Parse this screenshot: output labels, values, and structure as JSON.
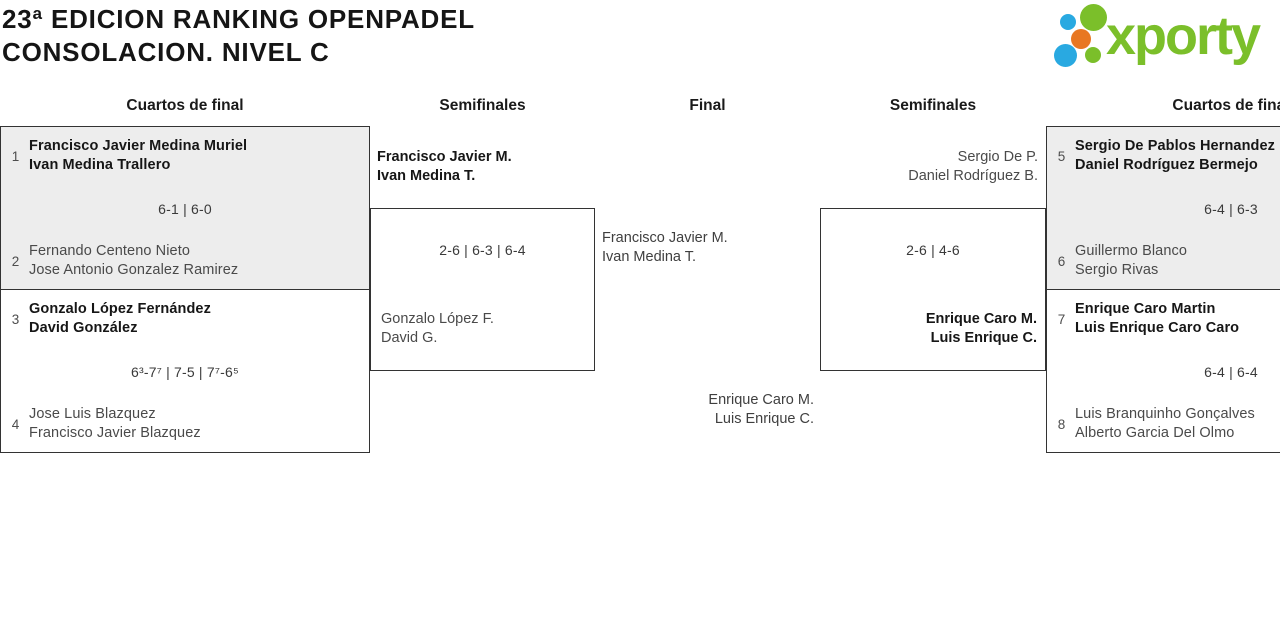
{
  "page": {
    "title_line1": "23ª EDICION RANKING OPENPADEL",
    "title_line2": "CONSOLACION. NIVEL C"
  },
  "logo": {
    "text": "xporty",
    "dot_colors": {
      "green": "#7bbf2a",
      "blue": "#29a9e1",
      "orange": "#e87722"
    }
  },
  "columns": {
    "quarters_left": "Cuartos de final",
    "semis_left": "Semifinales",
    "final": "Final",
    "semis_right": "Semifinales",
    "quarters_right": "Cuartos de final"
  },
  "quarters_left": [
    {
      "seed1": "1",
      "t1a": "Francisco Javier Medina Muriel",
      "t1b": "Ivan Medina Trallero",
      "score": "6-1 | 6-0",
      "seed2": "2",
      "t2a": "Fernando Centeno Nieto",
      "t2b": "Jose Antonio Gonzalez Ramirez"
    },
    {
      "seed1": "3",
      "t1a": "Gonzalo López Fernández",
      "t1b": "David González",
      "score": "6³-7⁷ | 7-5 | 7⁷-6⁵",
      "seed2": "4",
      "t2a": "Jose Luis Blazquez",
      "t2b": "Francisco Javier Blazquez"
    }
  ],
  "quarters_right": [
    {
      "seed1": "5",
      "t1a": "Sergio De Pablos Hernandez",
      "t1b": "Daniel Rodríguez Bermejo",
      "score": "6-4 | 6-3",
      "seed2": "6",
      "t2a": "Guillermo Blanco",
      "t2b": "Sergio Rivas"
    },
    {
      "seed1": "7",
      "t1a": "Enrique Caro Martin",
      "t1b": "Luis Enrique Caro Caro",
      "score": "6-4 | 6-4",
      "seed2": "8",
      "t2a": "Luis Branquinho Gonçalves",
      "t2b": "Alberto Garcia Del Olmo"
    }
  ],
  "semi_left": {
    "t1a": "Francisco Javier M.",
    "t1b": "Ivan Medina T.",
    "score": "2-6 | 6-3 | 6-4",
    "t2a": "Gonzalo López F.",
    "t2b": "David G."
  },
  "semi_right": {
    "t1a": "Sergio De P.",
    "t1b": "Daniel Rodríguez B.",
    "score": "2-6 | 4-6",
    "t2a": "Enrique Caro M.",
    "t2b": "Luis Enrique C."
  },
  "final": {
    "t1a": "Francisco Javier M.",
    "t1b": "Ivan Medina T.",
    "t2a": "Enrique Caro M.",
    "t2b": "Luis Enrique C."
  },
  "colors": {
    "box_shaded": "#ededed",
    "box_border": "#333333",
    "winner_text": "#161616",
    "loser_text": "#4a4a4a"
  }
}
